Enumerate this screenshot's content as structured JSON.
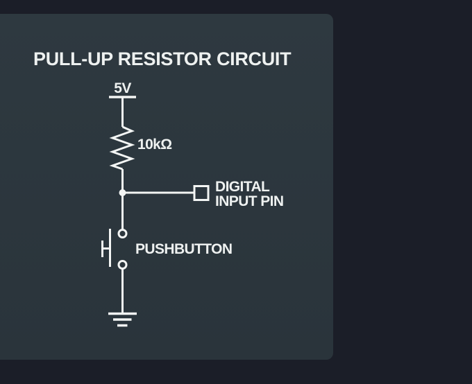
{
  "title": "PULL-UP RESISTOR CIRCUIT",
  "labels": {
    "supply_voltage": "5V",
    "resistor_value": "10kΩ",
    "pin_line1": "DIGITAL",
    "pin_line2": "INPUT PIN",
    "switch": "PUSHBUTTON"
  },
  "colors": {
    "background": "#1b1e28",
    "panel_top": "#2e3940",
    "panel_bottom": "#2a343b",
    "wire": "#f3f5f4",
    "text": "#eef1f0"
  }
}
